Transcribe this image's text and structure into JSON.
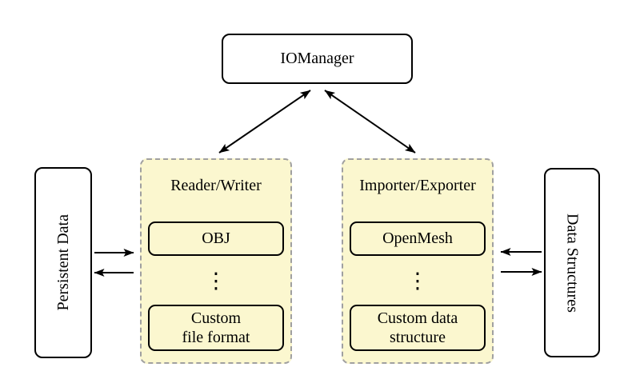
{
  "diagram": {
    "iomanager": {
      "label": "IOManager"
    },
    "persistent_data": {
      "label": "Persistent Data"
    },
    "data_structures": {
      "label": "Data Structures"
    },
    "reader_writer": {
      "title": "Reader/Writer",
      "item_top": "OBJ",
      "ellipsis": "⋮",
      "item_bottom_line1": "Custom",
      "item_bottom_line2": "file format"
    },
    "importer_exporter": {
      "title": "Importer/Exporter",
      "item_top": "OpenMesh",
      "ellipsis": "⋮",
      "item_bottom_line1": "Custom data",
      "item_bottom_line2": "structure"
    },
    "colors": {
      "group_fill": "#fbf7cf",
      "group_border": "#a0a0a0",
      "node_border": "#000000",
      "node_fill": "#ffffff",
      "arrow": "#000000"
    }
  }
}
